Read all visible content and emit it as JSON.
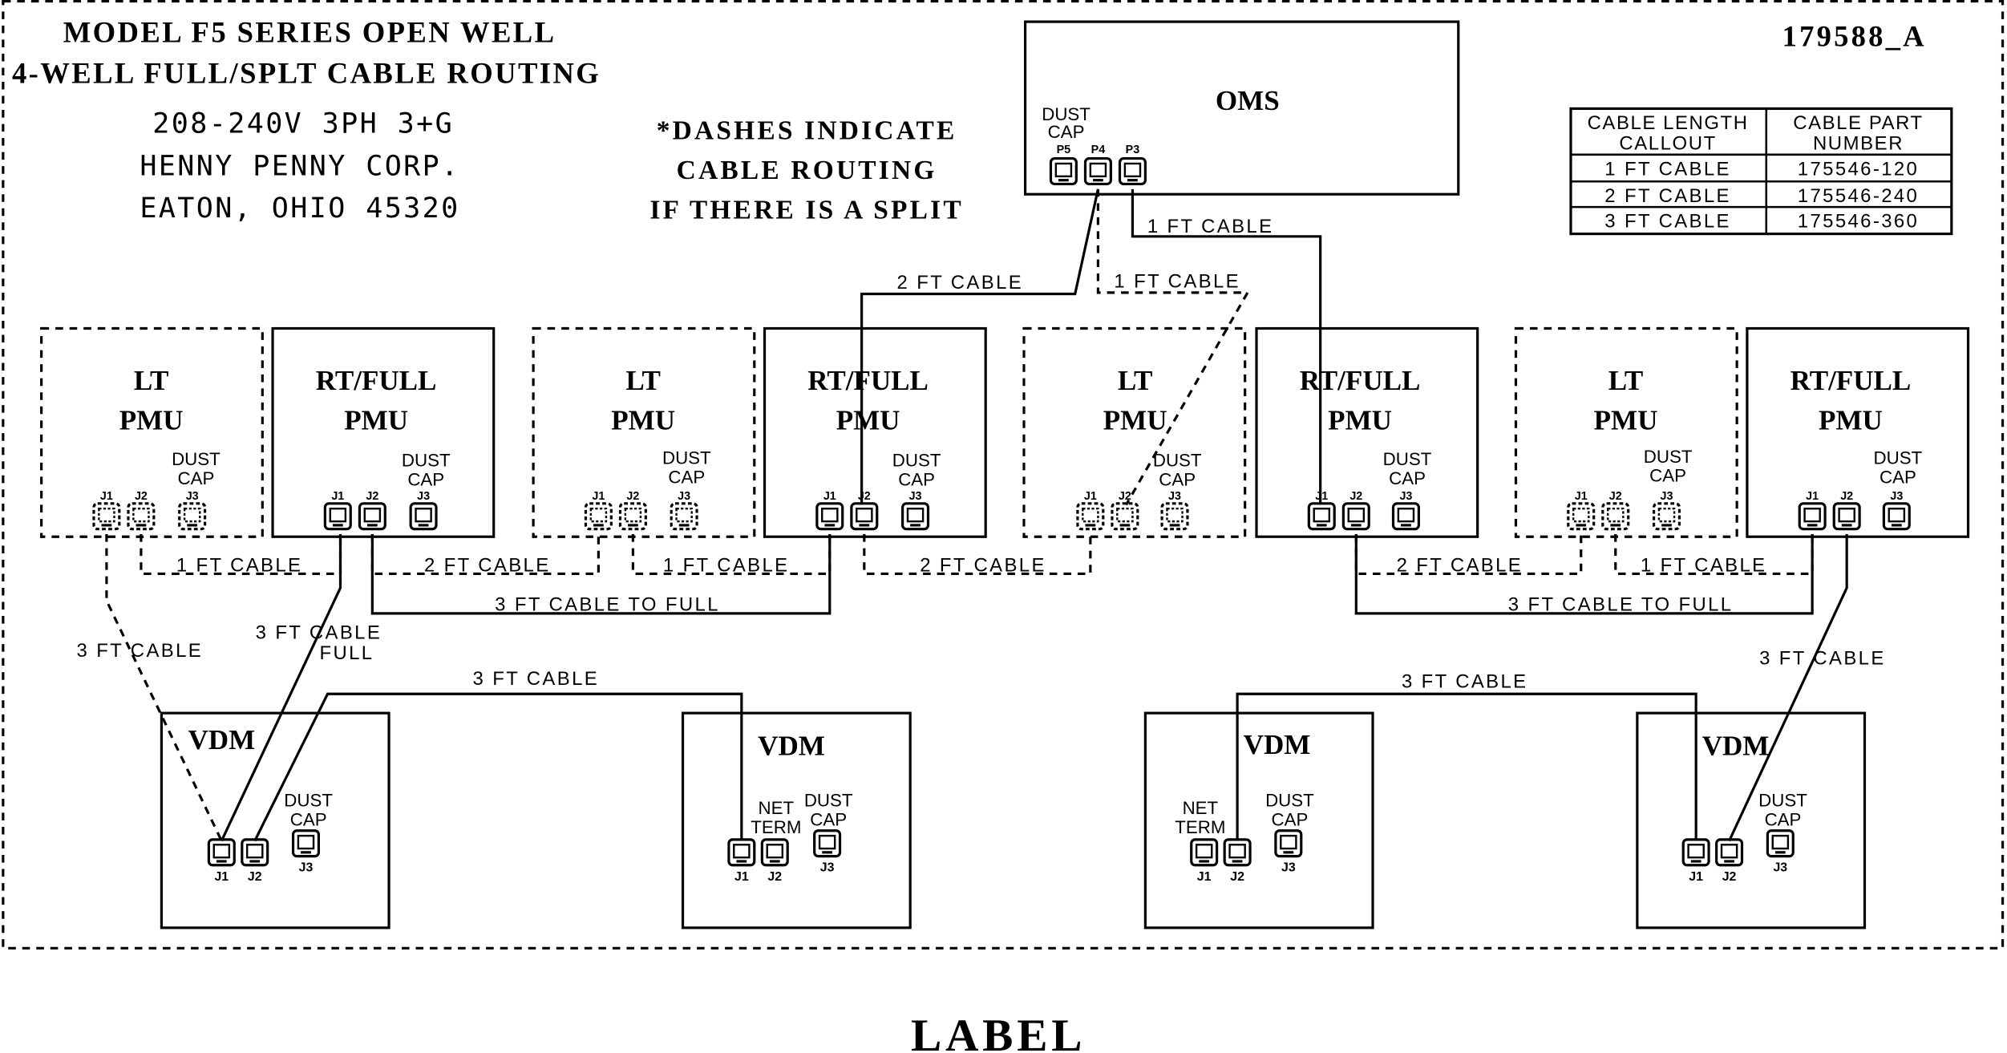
{
  "header": {
    "title_line1": "MODEL F5 SERIES OPEN WELL",
    "title_line2": "4-WELL FULL/SPLT CABLE ROUTING",
    "spec": "208-240V 3PH 3+G",
    "company": "HENNY PENNY CORP.",
    "address": "EATON, OHIO 45320",
    "note_line1": "*DASHES INDICATE",
    "note_line2": "CABLE ROUTING",
    "note_line3": "IF THERE IS A SPLIT",
    "part_id": "179588_A",
    "footer_label": "LABEL"
  },
  "cable_table": {
    "col1_line1": "CABLE LENGTH",
    "col1_line2": "CALLOUT",
    "col2_line1": "CABLE PART",
    "col2_line2": "NUMBER",
    "rows": [
      {
        "callout": "1 FT CABLE",
        "part": "175546-120"
      },
      {
        "callout": "2 FT CABLE",
        "part": "175546-240"
      },
      {
        "callout": "3 FT CABLE",
        "part": "175546-360"
      }
    ]
  },
  "oms": {
    "title": "OMS",
    "dust_line1": "DUST",
    "dust_line2": "CAP",
    "ports": [
      "P5",
      "P4",
      "P3"
    ]
  },
  "pmu_lt": {
    "line1": "LT",
    "line2": "PMU"
  },
  "pmu_rt": {
    "line1": "RT/FULL",
    "line2": "PMU"
  },
  "ports": {
    "j1": "J1",
    "j2": "J2",
    "j3": "J3"
  },
  "dust_cap": {
    "line1": "DUST",
    "line2": "CAP"
  },
  "net_term": {
    "line1": "NET",
    "line2": "TERM"
  },
  "vdm": {
    "title": "VDM"
  },
  "cables": {
    "c_2ft_oms": "2 FT CABLE",
    "c_1ft_oms_dash": "1 FT CABLE",
    "c_1ft_oms": "1 FT CABLE",
    "c_1ft_a": "1 FT CABLE",
    "c_2ft_a": "2 FT CABLE",
    "c_1ft_b": "1 FT CABLE",
    "c_2ft_b": "2 FT CABLE",
    "c_2ft_c": "2 FT CABLE",
    "c_1ft_c": "1 FT CABLE",
    "c_3ft_full_a": "3 FT CABLE TO FULL",
    "c_3ft_full_b": "3 FT CABLE TO FULL",
    "c_3ft_vdm1": "3 FT CABLE",
    "c_3ft_full_line1": "3 FT CABLE",
    "c_3ft_full_line2": "FULL",
    "c_3ft_vdm12": "3 FT CABLE",
    "c_3ft_vdm34": "3 FT CABLE",
    "c_3ft_vdm4": "3 FT CABLE"
  }
}
